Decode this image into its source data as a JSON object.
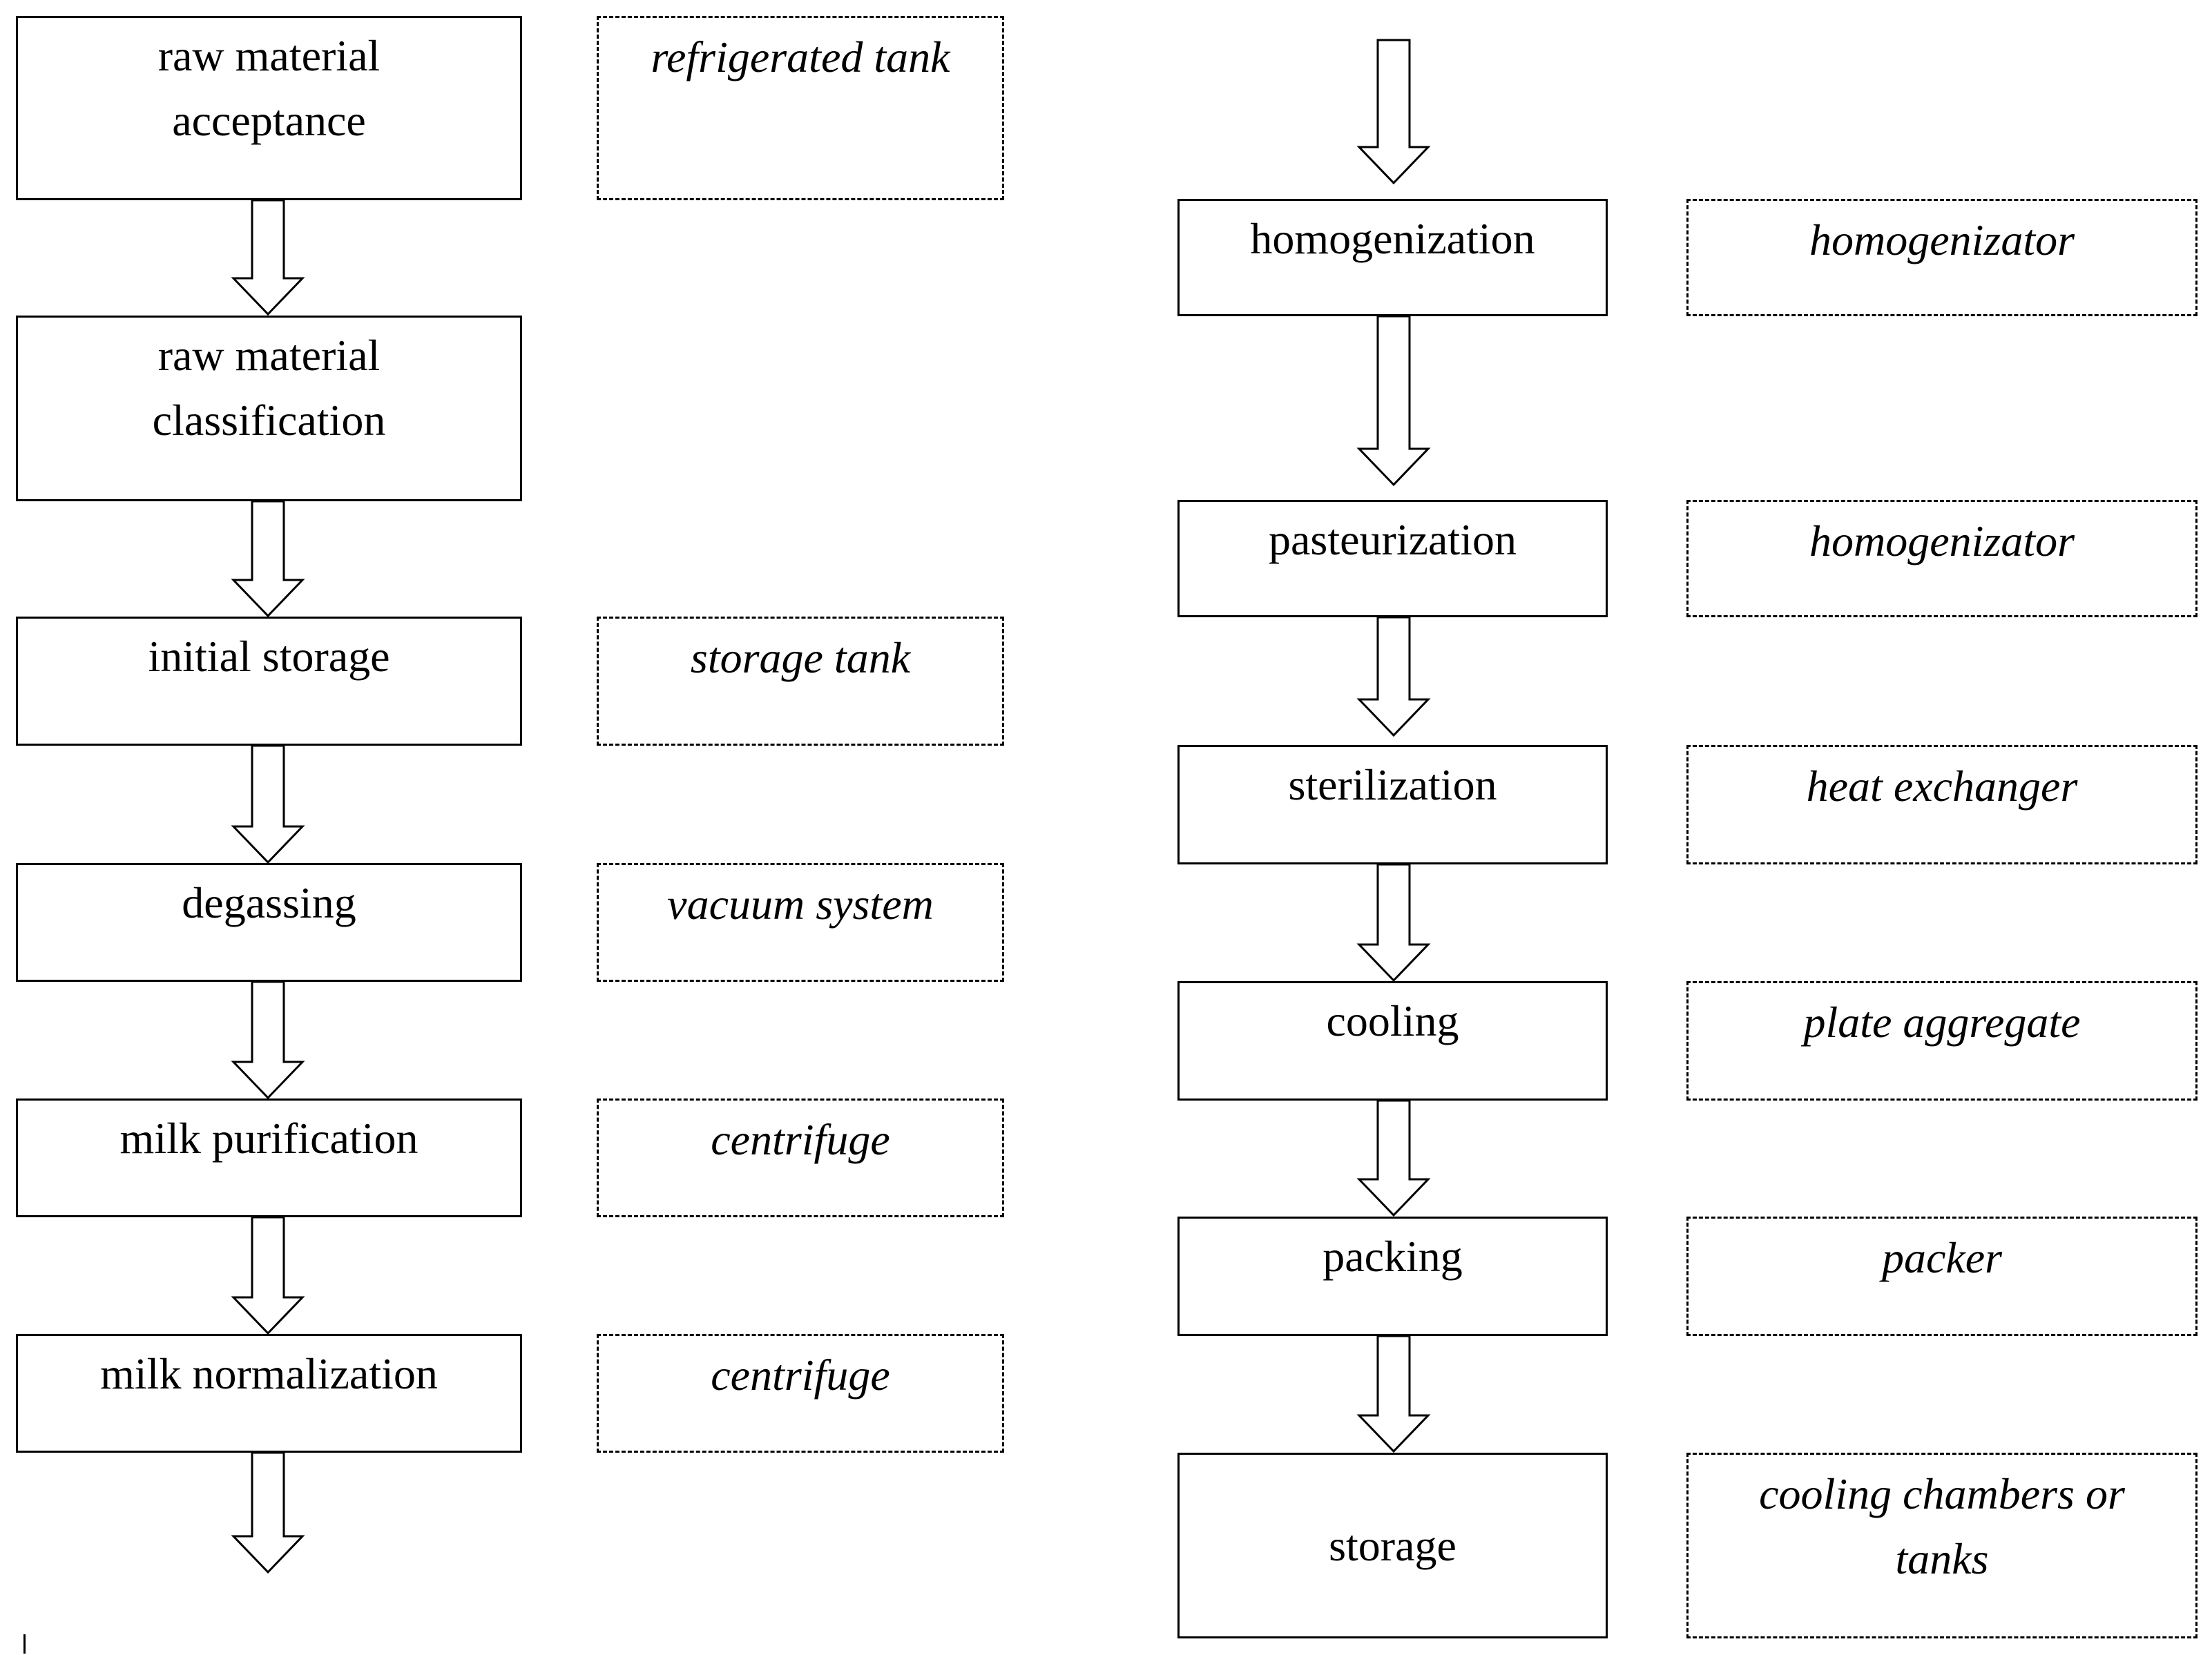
{
  "steps_left": [
    {
      "id": "raw-material-acceptance",
      "label": "raw material\nacceptance"
    },
    {
      "id": "raw-material-classification",
      "label": "raw material\nclassification"
    },
    {
      "id": "initial-storage",
      "label": "initial storage"
    },
    {
      "id": "degassing",
      "label": "degassing"
    },
    {
      "id": "milk-purification",
      "label": "milk purification"
    },
    {
      "id": "milk-normalization",
      "label": "milk normalization"
    }
  ],
  "equipment_left": [
    {
      "for": "raw-material-acceptance",
      "label": "refrigerated tank"
    },
    {
      "for": "initial-storage",
      "label": "storage tank"
    },
    {
      "for": "degassing",
      "label": "vacuum system"
    },
    {
      "for": "milk-purification",
      "label": "centrifuge"
    },
    {
      "for": "milk-normalization",
      "label": "centrifuge"
    }
  ],
  "steps_right": [
    {
      "id": "homogenization",
      "label": "homogenization"
    },
    {
      "id": "pasteurization",
      "label": "pasteurization"
    },
    {
      "id": "sterilization",
      "label": "sterilization"
    },
    {
      "id": "cooling",
      "label": "cooling"
    },
    {
      "id": "packing",
      "label": "packing"
    },
    {
      "id": "storage",
      "label": "storage"
    }
  ],
  "equipment_right": [
    {
      "for": "homogenization",
      "label": "homogenizator"
    },
    {
      "for": "pasteurization",
      "label": "homogenizator"
    },
    {
      "for": "sterilization",
      "label": "heat exchanger"
    },
    {
      "for": "cooling",
      "label": "plate aggregate"
    },
    {
      "for": "packing",
      "label": "packer"
    },
    {
      "for": "storage",
      "label": "cooling chambers or\ntanks"
    }
  ]
}
